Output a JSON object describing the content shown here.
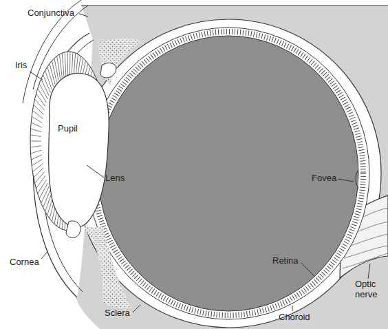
{
  "diagram": {
    "labels": [
      "Conjunctiva",
      "Iris",
      "Pupil",
      "Lens",
      "Fovea",
      "Cornea",
      "Retina",
      "Sclera",
      "Choroid",
      "Optic nerve"
    ]
  }
}
